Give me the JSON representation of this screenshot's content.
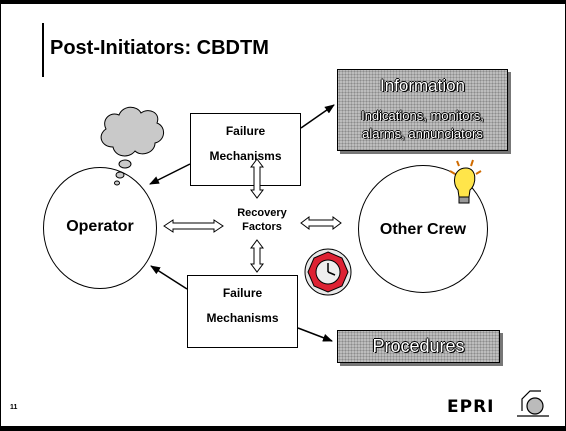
{
  "title": "Post-Initiators: CBDTM",
  "failure_top": {
    "line1": "Failure",
    "line2": "Mechanisms"
  },
  "failure_bottom": {
    "line1": "Failure",
    "line2": "Mechanisms"
  },
  "information": {
    "heading": "Information",
    "line1": "Indications, monitors,",
    "line2": "alarms, annunciators"
  },
  "procedures": "Procedures",
  "operator": "Operator",
  "other_crew": "Other Crew",
  "recovery": {
    "line1": "Recovery",
    "line2": "Factors"
  },
  "page_number": "11",
  "logo": "EPRI",
  "icons": [
    "thought-cloud-icon",
    "light-bulb-icon",
    "clock-icon",
    "logo-icon"
  ],
  "colors": {
    "shaded_box": "#bdbdbd",
    "line": "#000000"
  }
}
